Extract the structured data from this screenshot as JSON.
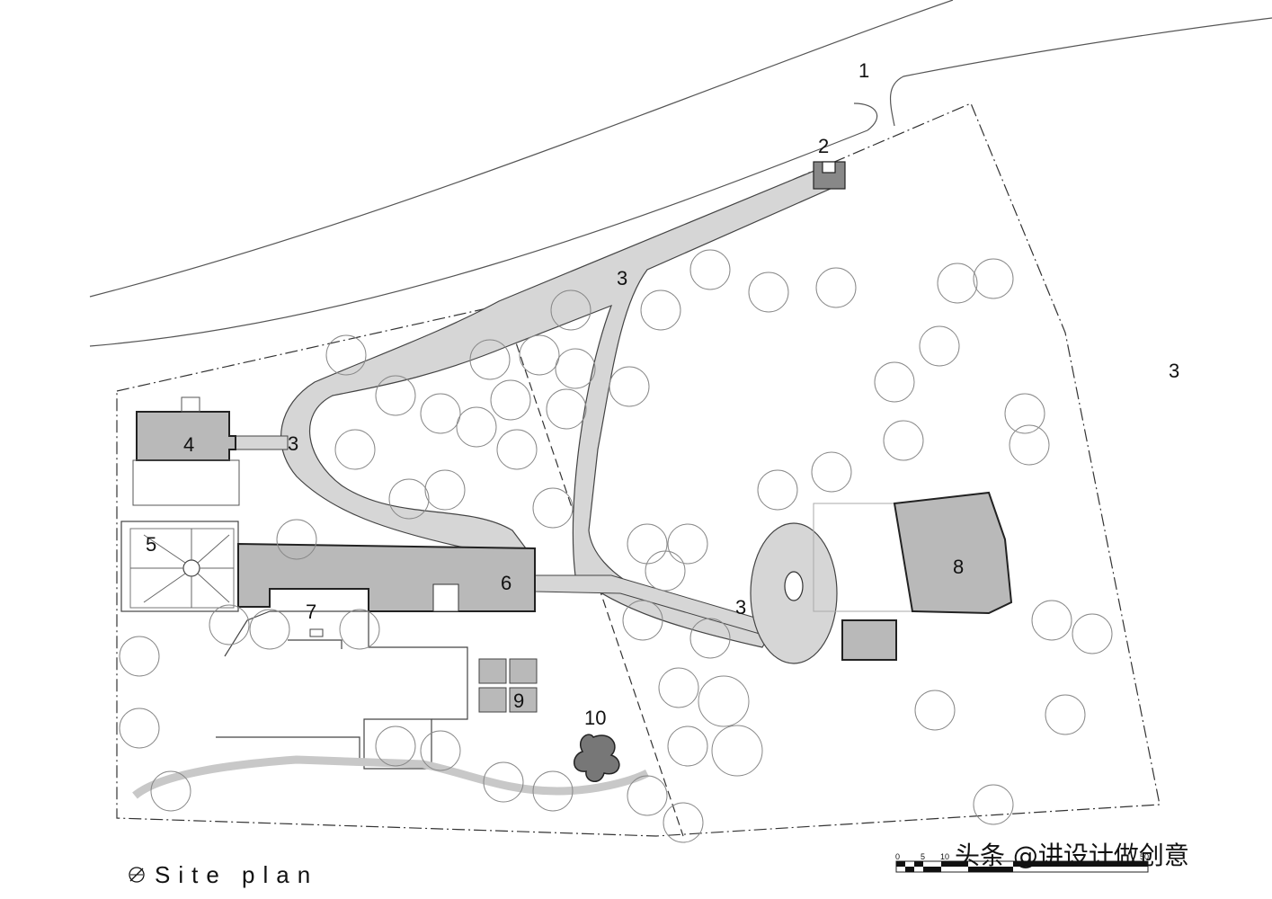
{
  "title": "Site plan",
  "labels": [
    "1",
    "2",
    "3",
    "3",
    "3",
    "3",
    "4",
    "5",
    "6",
    "7",
    "8",
    "9",
    "10"
  ],
  "scale": {
    "ticks": [
      "0",
      "5",
      "10",
      "50"
    ]
  },
  "watermark": "头条 @讲设计做创意",
  "colors": {
    "line": "#555555",
    "fill_building": "#b9b9b9",
    "fill_path": "#d6d6d6",
    "fill_dark": "#888888"
  }
}
